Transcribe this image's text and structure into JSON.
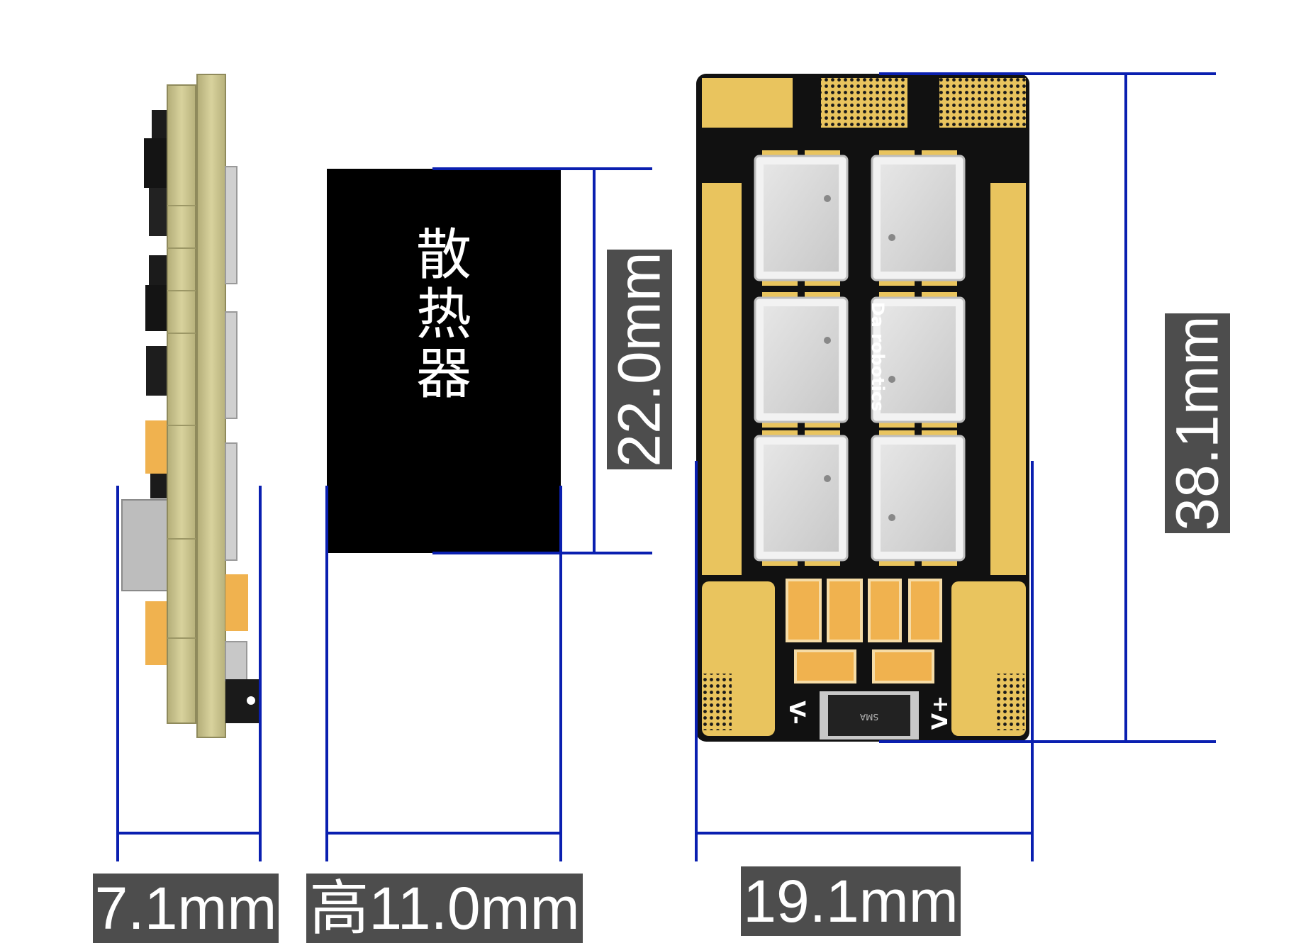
{
  "dimensions": {
    "thickness": "7.1mm",
    "heatsink_height": "高11.0mm",
    "heatsink_length": "22.0mm",
    "board_width": "19.1mm",
    "board_length": "38.1mm"
  },
  "heatsink": {
    "label_chars": [
      "散",
      "热",
      "器"
    ]
  },
  "pcb": {
    "silkscreen_logo": "Da robotics",
    "v_minus": "V-",
    "v_plus": "V+",
    "diode_marking": "SMA"
  },
  "colors": {
    "dimension_line": "#0a1fb0",
    "label_bg": "#4d4d4d",
    "pcb": "#111111",
    "gold_pad": "#e9c45e",
    "capacitor": "#f0b24f",
    "mosfet": "#d9d9d9",
    "side_board": "#c9c38c"
  }
}
